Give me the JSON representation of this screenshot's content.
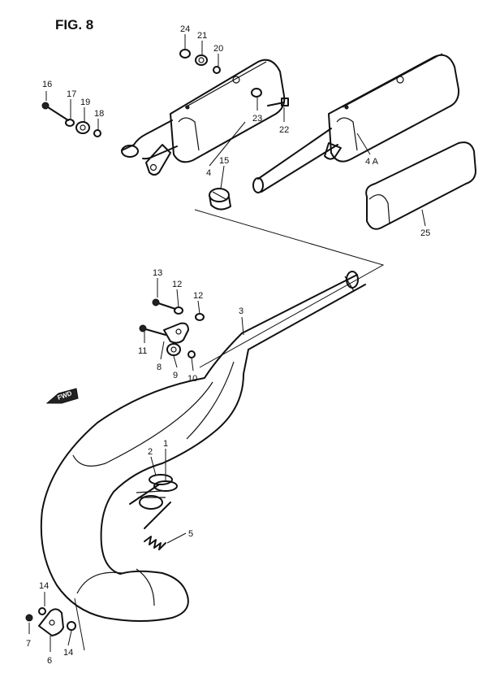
{
  "figure": {
    "title": "FIG. 8"
  },
  "direction": {
    "label": "FWD"
  },
  "callouts": {
    "c1": "1",
    "c2": "2",
    "c3": "3",
    "c4": "4",
    "c4a": "4 A",
    "c5": "5",
    "c6": "6",
    "c7": "7",
    "c8": "8",
    "c9": "9",
    "c10": "10",
    "c11": "11",
    "c12a": "12",
    "c12b": "12",
    "c13": "13",
    "c14a": "14",
    "c14b": "14",
    "c15": "15",
    "c16": "16",
    "c17": "17",
    "c18": "18",
    "c19": "19",
    "c20": "20",
    "c21": "21",
    "c22": "22",
    "c23": "23",
    "c24": "24",
    "c25": "25"
  }
}
